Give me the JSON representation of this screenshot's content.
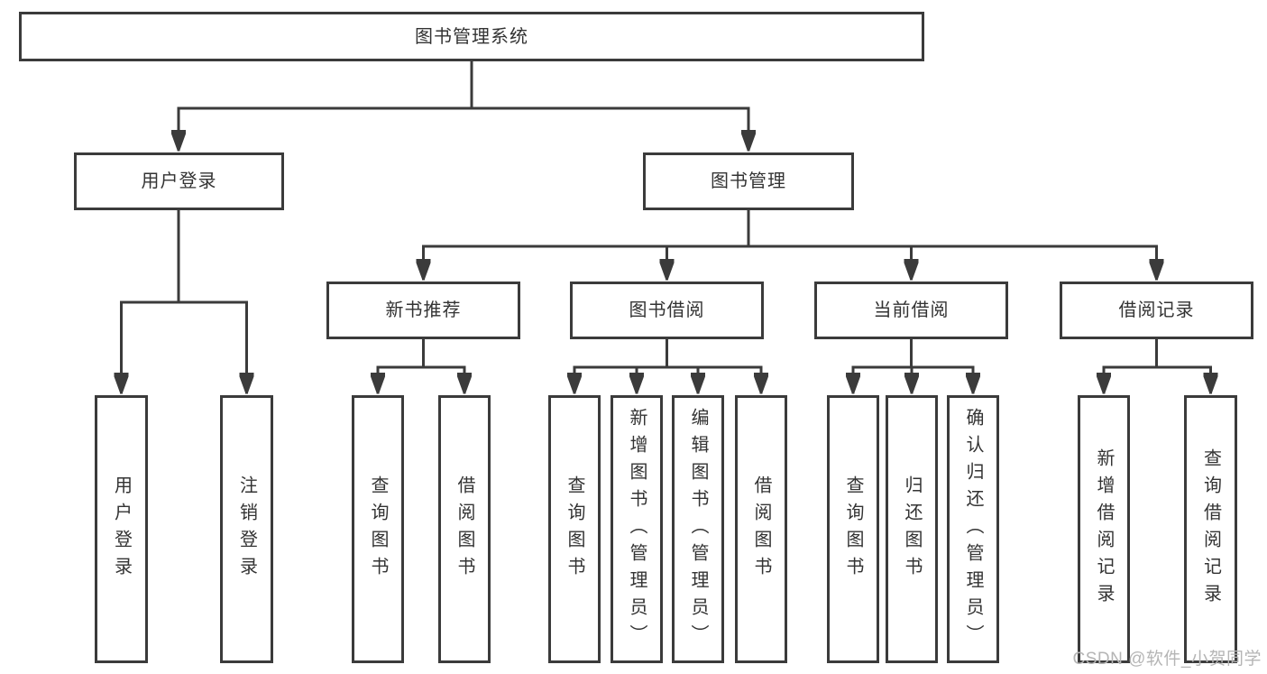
{
  "diagram": {
    "root": {
      "label": "图书管理系统"
    },
    "level2": [
      {
        "label": "用户登录"
      },
      {
        "label": "图书管理"
      }
    ],
    "level3": [
      {
        "label": "新书推荐",
        "parent": "图书管理"
      },
      {
        "label": "图书借阅",
        "parent": "图书管理"
      },
      {
        "label": "当前借阅",
        "parent": "图书管理"
      },
      {
        "label": "借阅记录",
        "parent": "图书管理"
      }
    ],
    "leaves": [
      {
        "label": "用户登录",
        "parent": "用户登录"
      },
      {
        "label": "注销登录",
        "parent": "用户登录"
      },
      {
        "label": "查询图书",
        "parent": "新书推荐"
      },
      {
        "label": "借阅图书",
        "parent": "新书推荐"
      },
      {
        "label": "查询图书",
        "parent": "图书借阅"
      },
      {
        "label": "新增图书（管理员）",
        "parent": "图书借阅"
      },
      {
        "label": "编辑图书（管理员）",
        "parent": "图书借阅"
      },
      {
        "label": "借阅图书",
        "parent": "图书借阅"
      },
      {
        "label": "查询图书",
        "parent": "当前借阅"
      },
      {
        "label": "归还图书",
        "parent": "当前借阅"
      },
      {
        "label": "确认归还（管理员）",
        "parent": "当前借阅"
      },
      {
        "label": "新增借阅记录",
        "parent": "借阅记录"
      },
      {
        "label": "查询借阅记录",
        "parent": "借阅记录"
      }
    ]
  },
  "watermark": {
    "text": "CSDN @软件_小贺同学"
  },
  "colors": {
    "line": "#3b3b3b",
    "text": "#333333",
    "watermark": "#b5b5b5",
    "bg": "#ffffff"
  }
}
